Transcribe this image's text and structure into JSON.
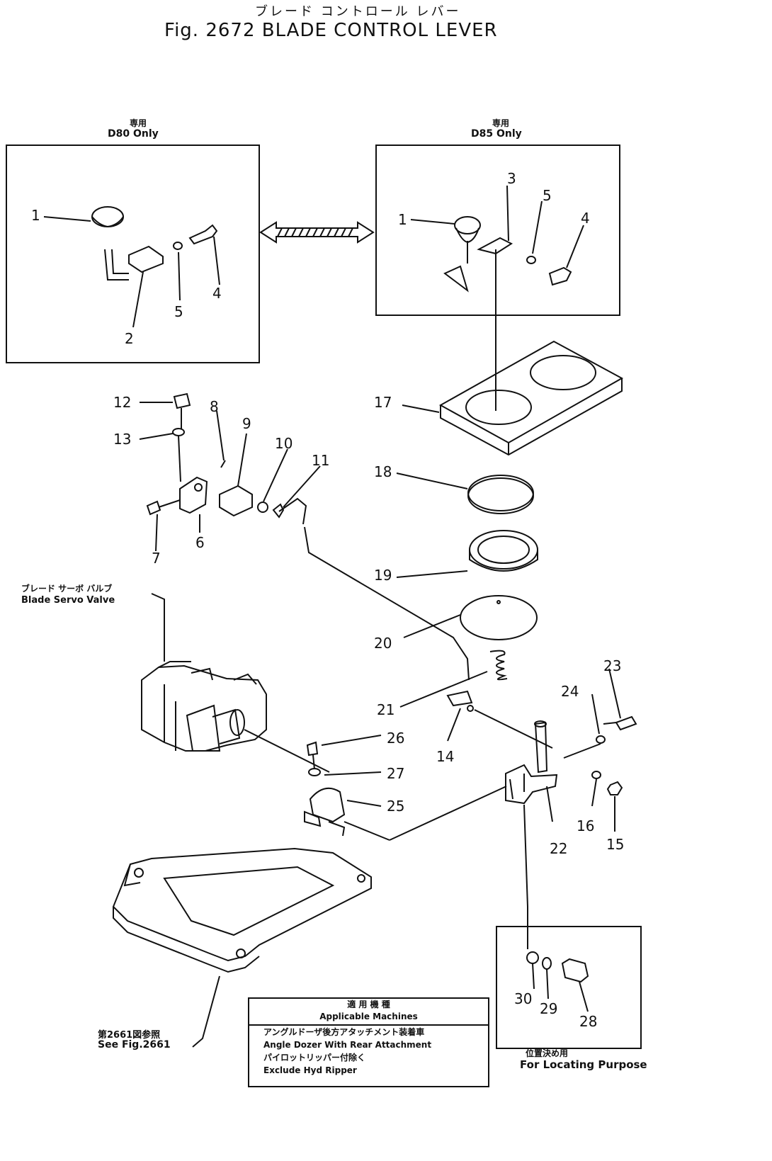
{
  "title_jp": "ブレード コントロール レバー",
  "title_en": "Fig. 2672 BLADE CONTROL LEVER",
  "inset_left": {
    "jp": "専用",
    "label": "D80 Only"
  },
  "inset_right": {
    "jp": "専用",
    "label": "D85 Only"
  },
  "servo": {
    "jp": "ブレード サーボ バルブ",
    "en": "Blade Servo Valve"
  },
  "see_ref": {
    "jp": "第2661図参照",
    "en": "See Fig.2661"
  },
  "locating": {
    "jp": "位置決め用",
    "en": "For Locating Purpose"
  },
  "applicable": {
    "jp": "適 用 機 種",
    "en": "Applicable Machines",
    "line1_jp": "アングルドーザ後方アタッチメント装着車",
    "line1_en": "Angle Dozer With Rear Attachment",
    "line2_jp": "パイロットリッパー付除く",
    "line2_en": "Exclude Hyd Ripper"
  },
  "callouts": {
    "c1": "1",
    "c2": "2",
    "c4a": "4",
    "c5a": "5",
    "c1b": "1",
    "c3": "3",
    "c5b": "5",
    "c4b": "4",
    "c12": "12",
    "c13": "13",
    "c8": "8",
    "c9": "9",
    "c10": "10",
    "c11": "11",
    "c7": "7",
    "c6": "6",
    "c17": "17",
    "c18": "18",
    "c19": "19",
    "c20": "20",
    "c21": "21",
    "c14": "14",
    "c23": "23",
    "c24": "24",
    "c16": "16",
    "c15": "15",
    "c22": "22",
    "c26": "26",
    "c27": "27",
    "c25": "25",
    "c30": "30",
    "c29": "29",
    "c28": "28"
  }
}
